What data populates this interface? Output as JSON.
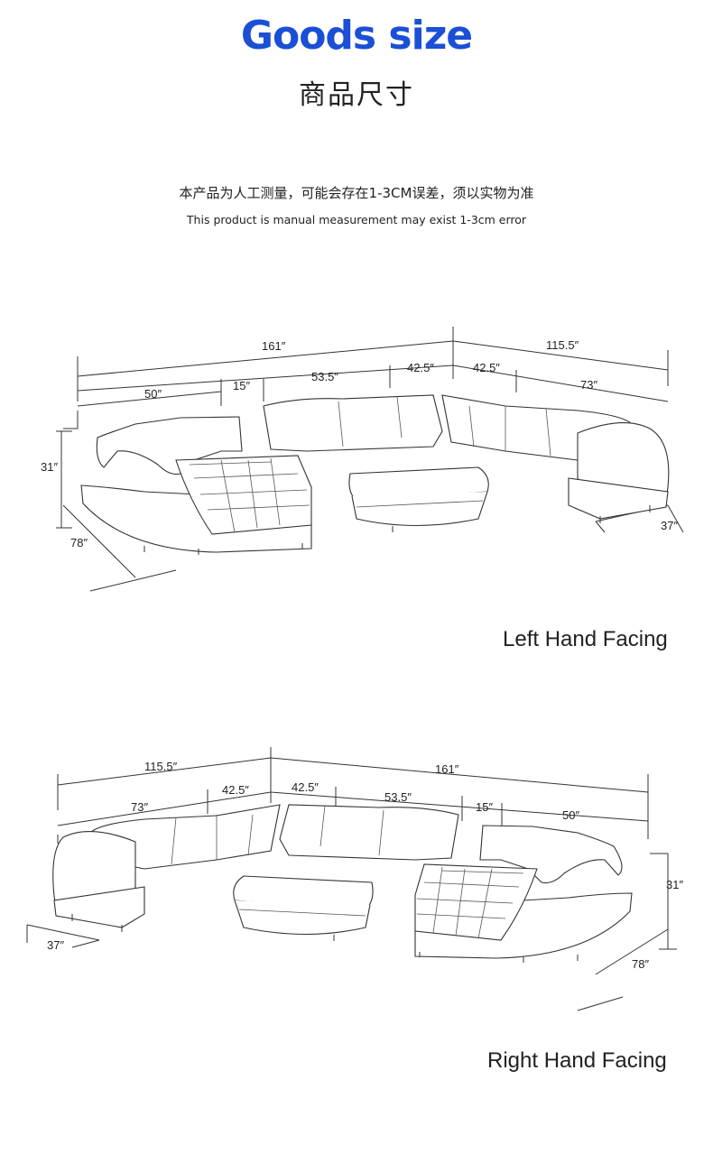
{
  "header": {
    "title_en": "Goods size",
    "title_cn": "商品尺寸",
    "note_cn": "本产品为人工测量，可能会存在1-3CM误差，须以实物为准",
    "note_en": "This product is manual measurement may exist 1-3cm error"
  },
  "left_view": {
    "caption": "Left Hand Facing",
    "dims": {
      "total_left": "161″",
      "total_right": "115.5″",
      "chaise": "50″",
      "console": "15″",
      "middle": "53.5″",
      "corner_left": "42.5″",
      "corner_right": "42.5″",
      "end": "73″",
      "height": "31″",
      "chaise_depth": "78″",
      "end_depth": "37″"
    }
  },
  "right_view": {
    "caption": "Right Hand Facing",
    "dims": {
      "total_left": "115.5″",
      "total_right": "161″",
      "end": "73″",
      "corner_left": "42.5″",
      "corner_right": "42.5″",
      "middle": "53.5″",
      "console": "15″",
      "chaise": "50″",
      "height": "31″",
      "chaise_depth": "78″",
      "end_depth": "37″"
    }
  }
}
